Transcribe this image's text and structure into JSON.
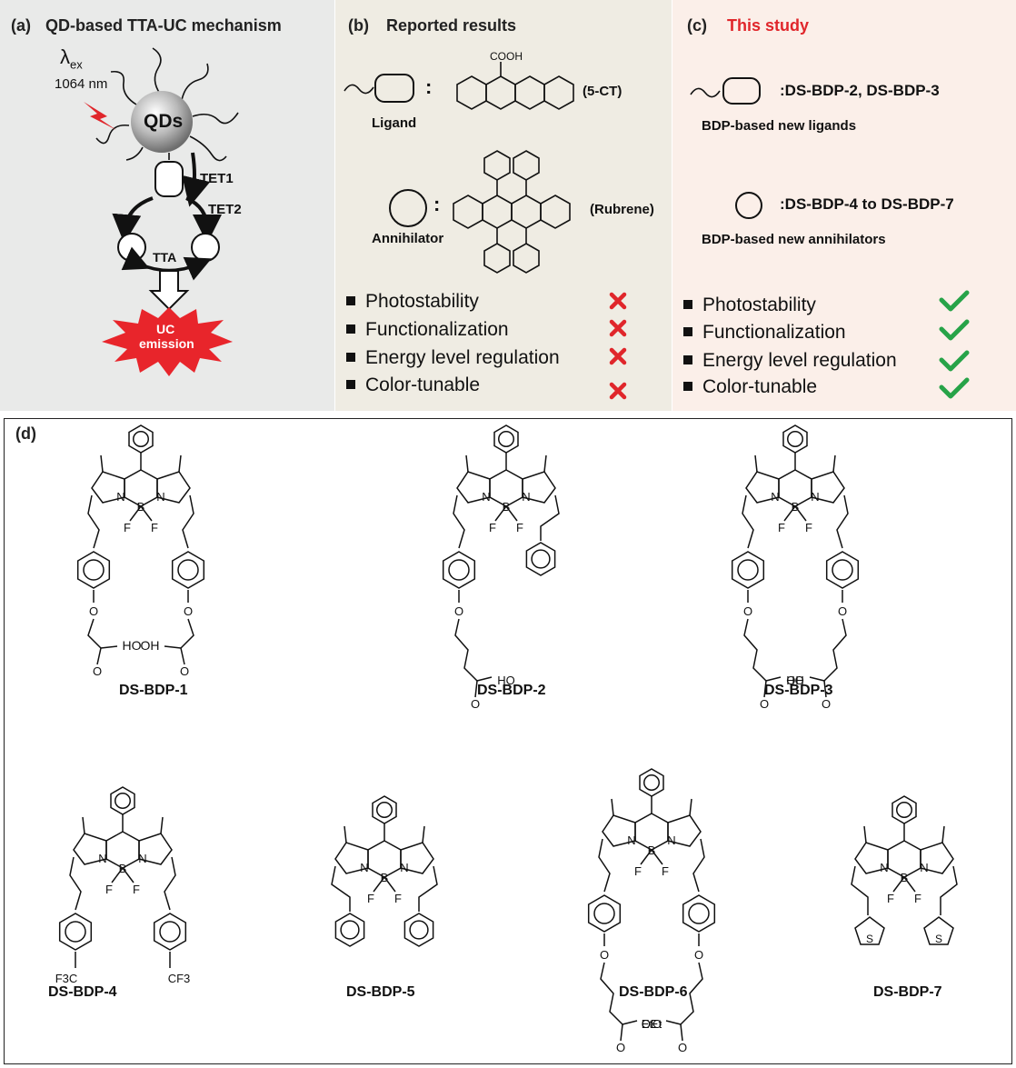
{
  "panel_a": {
    "label": "(a)",
    "title": "QD-based TTA-UC mechanism",
    "lambda_ex": "λex",
    "wavelength": "1064 nm",
    "qd_label": "QDs",
    "tet1": "TET1",
    "tet2": "TET2",
    "tta": "TTA",
    "uc_line1": "UC",
    "uc_line2": "emission"
  },
  "panel_b": {
    "label": "(b)",
    "title": "Reported results",
    "cooh": "COOH",
    "ligand_label": "Ligand",
    "ligand_compound": "(5-CT)",
    "annihilator_label": "Annihilator",
    "annihilator_compound": "(Rubrene)",
    "colon": ":",
    "properties": [
      "Photostability",
      "Functionalization",
      "Energy level regulation",
      "Color-tunable"
    ]
  },
  "panel_c": {
    "label": "(c)",
    "title": "This study",
    "ligand_names": ":DS-BDP-2, DS-BDP-3",
    "ligand_note": "BDP-based new ligands",
    "annihilator_names": ":DS-BDP-4 to DS-BDP-7",
    "annihilator_note": "BDP-based new annihilators",
    "properties": [
      "Photostability",
      "Functionalization",
      "Energy level regulation",
      "Color-tunable"
    ]
  },
  "panel_d": {
    "label": "(d)",
    "atoms": {
      "n": "N",
      "b": "B",
      "f": "F",
      "o": "O",
      "s": "S"
    },
    "compounds": [
      {
        "name": "DS-BDP-1",
        "left_tail": "HO",
        "right_tail": "OH"
      },
      {
        "name": "DS-BDP-2",
        "left_tail": "HO"
      },
      {
        "name": "DS-BDP-3",
        "left_tail": "HO",
        "right_tail": "OH"
      },
      {
        "name": "DS-BDP-4",
        "left_tail": "F3C",
        "right_tail": "CF3"
      },
      {
        "name": "DS-BDP-5"
      },
      {
        "name": "DS-BDP-6",
        "left_tail": "OEt",
        "right_tail": "EtO"
      },
      {
        "name": "DS-BDP-7"
      }
    ]
  },
  "colors": {
    "red": "#e0262b",
    "green": "#27a348",
    "panel_a_bg": "#e9eae9",
    "panel_b_bg": "#efece3",
    "panel_c_bg": "#fbefe9"
  }
}
